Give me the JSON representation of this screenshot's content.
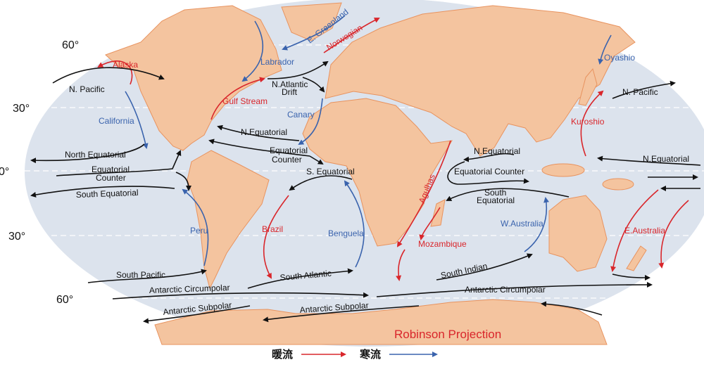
{
  "map": {
    "projection_label": "Robinson Projection",
    "latitude_labels": [
      "60°",
      "30°",
      "0°",
      "30°",
      "60°"
    ],
    "colors": {
      "ocean": "#dce3ed",
      "land": "#f4c49f",
      "warm": "#d9262b",
      "cold": "#3a63ad",
      "neutral": "#111111"
    },
    "currents": [
      {
        "name": "Alaska",
        "type": "warm"
      },
      {
        "name": "N. Pacific",
        "type": "neutral"
      },
      {
        "name": "California",
        "type": "cold"
      },
      {
        "name": "North Equatorial",
        "type": "neutral"
      },
      {
        "name": "Equatorial",
        "type": "neutral"
      },
      {
        "name": "Counter",
        "type": "neutral"
      },
      {
        "name": "South Equatorial",
        "type": "neutral"
      },
      {
        "name": "Peru",
        "type": "cold"
      },
      {
        "name": "South Pacific",
        "type": "neutral"
      },
      {
        "name": "Labrador",
        "type": "cold"
      },
      {
        "name": "E. Greenland",
        "type": "cold"
      },
      {
        "name": "Norwegian",
        "type": "warm"
      },
      {
        "name": "N.Atlantic",
        "type": "neutral"
      },
      {
        "name": "Drift",
        "type": "neutral"
      },
      {
        "name": "Gulf Stream",
        "type": "warm"
      },
      {
        "name": "Canary",
        "type": "cold"
      },
      {
        "name": "N.Equatorial",
        "type": "neutral"
      },
      {
        "name": "Equatorial",
        "type": "neutral"
      },
      {
        "name": "Counter",
        "type": "neutral"
      },
      {
        "name": "S. Equatorial",
        "type": "neutral"
      },
      {
        "name": "Brazil",
        "type": "warm"
      },
      {
        "name": "Benguela",
        "type": "cold"
      },
      {
        "name": "South Atlantic",
        "type": "neutral"
      },
      {
        "name": "Antarctic Circumpolar",
        "type": "neutral"
      },
      {
        "name": "Antarctic Subpolar",
        "type": "neutral"
      },
      {
        "name": "Agulhas",
        "type": "warm"
      },
      {
        "name": "Mozambique",
        "type": "warm"
      },
      {
        "name": "N.Equatorial",
        "type": "neutral"
      },
      {
        "name": "Equatorial Counter",
        "type": "neutral"
      },
      {
        "name": "South",
        "type": "neutral"
      },
      {
        "name": "Equatorial",
        "type": "neutral"
      },
      {
        "name": "W.Australia",
        "type": "cold"
      },
      {
        "name": "South Indian",
        "type": "neutral"
      },
      {
        "name": "Antarctic Circumpolar",
        "type": "neutral"
      },
      {
        "name": "Antarctic Subpolar",
        "type": "neutral"
      },
      {
        "name": "Oyashio",
        "type": "cold"
      },
      {
        "name": "N. Pacific",
        "type": "neutral"
      },
      {
        "name": "Kuroshio",
        "type": "warm"
      },
      {
        "name": "N.Equatorial",
        "type": "neutral"
      },
      {
        "name": "E.Australia",
        "type": "warm"
      }
    ]
  },
  "legend": {
    "warm_label": "暖流",
    "cold_label": "寒流"
  }
}
